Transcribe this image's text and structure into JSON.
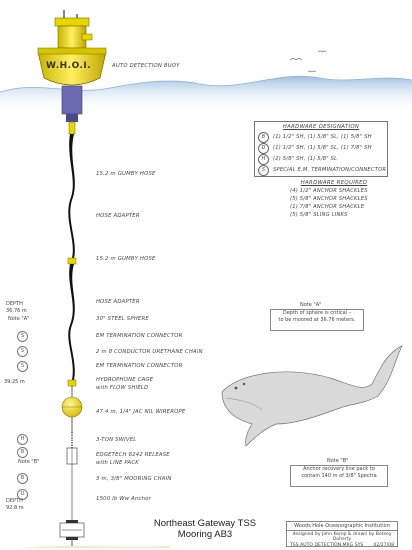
{
  "buoy": {
    "label": "W.H.O.I.",
    "caption": "AUTO DETECTION BUOY"
  },
  "components": [
    {
      "label": "15.2 m GUMBY HOSE"
    },
    {
      "label": "HOSE ADAPTER"
    },
    {
      "label": "15.2 m GUMBY HOSE"
    },
    {
      "label": "HOSE ADAPTER"
    },
    {
      "label": "30\" STEEL SPHERE"
    },
    {
      "label": "EM TERMINATION CONNECTOR"
    },
    {
      "label": "2 m 8 CONDUCTOR URETHANE CHAIN"
    },
    {
      "label": "EM TERMINATION CONNECTOR"
    },
    {
      "label": "HYDROPHONE CAGE",
      "sub": "with FLOW SHIELD"
    },
    {
      "label": "47.4 m, 1/4\" JAC NIL WIREROPE"
    },
    {
      "label": "3-TON SWIVEL"
    },
    {
      "label": "EDGETECH 8242 RELEASE",
      "sub": "with LINE PACK"
    },
    {
      "label": "3 m, 3/8\" MOORING CHAIN"
    },
    {
      "label": "1500 lb Ww Anchor"
    }
  ],
  "depths": [
    {
      "label": "DEPTH",
      "value": "36.76 m"
    },
    {
      "label": "",
      "value": "39.25 m"
    },
    {
      "label": "DEPTH",
      "value": "92.8 m"
    }
  ],
  "note_labels": {
    "a": "Note \"A\"",
    "b": "Note \"B\""
  },
  "hardware_designation": {
    "title": "HARDWARE DESIGNATION",
    "rows": [
      {
        "code": "B",
        "text": "(1) 1/2\" SH, (1) 5/8\" SL, (1) 5/8\" SH"
      },
      {
        "code": "D",
        "text": "(1) 1/2\" SH, (1) 5/8\" SL, (1) 7/8\" SH"
      },
      {
        "code": "H",
        "text": "(2) 5/8\" SH, (1) 5/8\" SL"
      },
      {
        "code": "S",
        "text": "SPECIAL E.M. TERMINATION/CONNECTOR"
      }
    ]
  },
  "hardware_required": {
    "title": "HARDWARE REQUIRED",
    "rows": [
      "(4) 1/2\" ANCHOR SHACKLES",
      "(5) 5/8\" ANCHOR SHACKLES",
      "(1) 7/8\" ANCHOR  SHACKLE",
      "(5) 5/8\" SLING LINKS"
    ]
  },
  "note_a": {
    "title": "Note \"A\"",
    "line1": "Depth of sphere is critical –",
    "line2": "to be moored at 36.76 meters."
  },
  "note_b": {
    "title": "Note \"B\"",
    "line1": "Anchor recovery line pack to",
    "line2": "contain 140 m of 3/8\" Spectra"
  },
  "title": {
    "line1": "Northeast Gateway TSS",
    "line2": "Mooring AB3"
  },
  "credit": {
    "org": "Woods Hole Oceanographic Institution",
    "designer": "designed by John Kemp & drawn by Betsey Doherty",
    "ref": "TSS AUTO DETECTION MRG SYS",
    "date": "02/27/08"
  },
  "hardware_markers": [
    "S",
    "S",
    "S",
    "H",
    "B",
    "B",
    "D"
  ],
  "colors": {
    "buoy": "#e8d600",
    "sphere": "#e8d600",
    "collar": "#6a6ab0",
    "water": "#bcd4ea",
    "seafloor": "#d8c48a"
  }
}
